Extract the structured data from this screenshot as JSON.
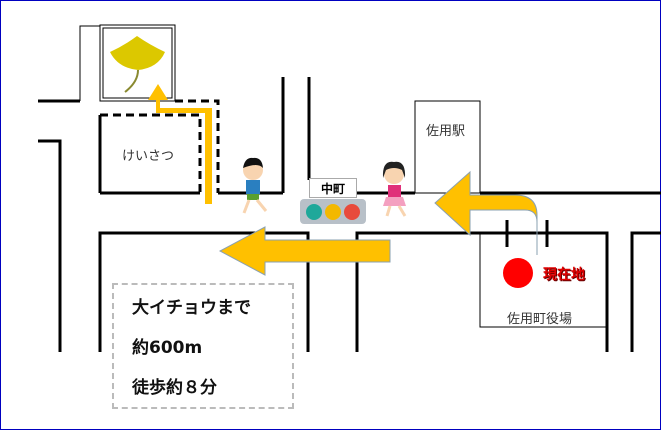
{
  "landmarks": {
    "ginkgo": "ginkgo-leaf",
    "police": "けいさつ",
    "station": "佐用駅",
    "intersection": "中町",
    "town_hall": "佐用町役場",
    "current_location": "現在地"
  },
  "info_box": {
    "destination": "大イチョウまで",
    "distance": "約600m",
    "walk_time": "徒歩約８分"
  },
  "colors": {
    "arrow": "#ffc000",
    "current": "#ff0000",
    "border": "#0000c0"
  }
}
